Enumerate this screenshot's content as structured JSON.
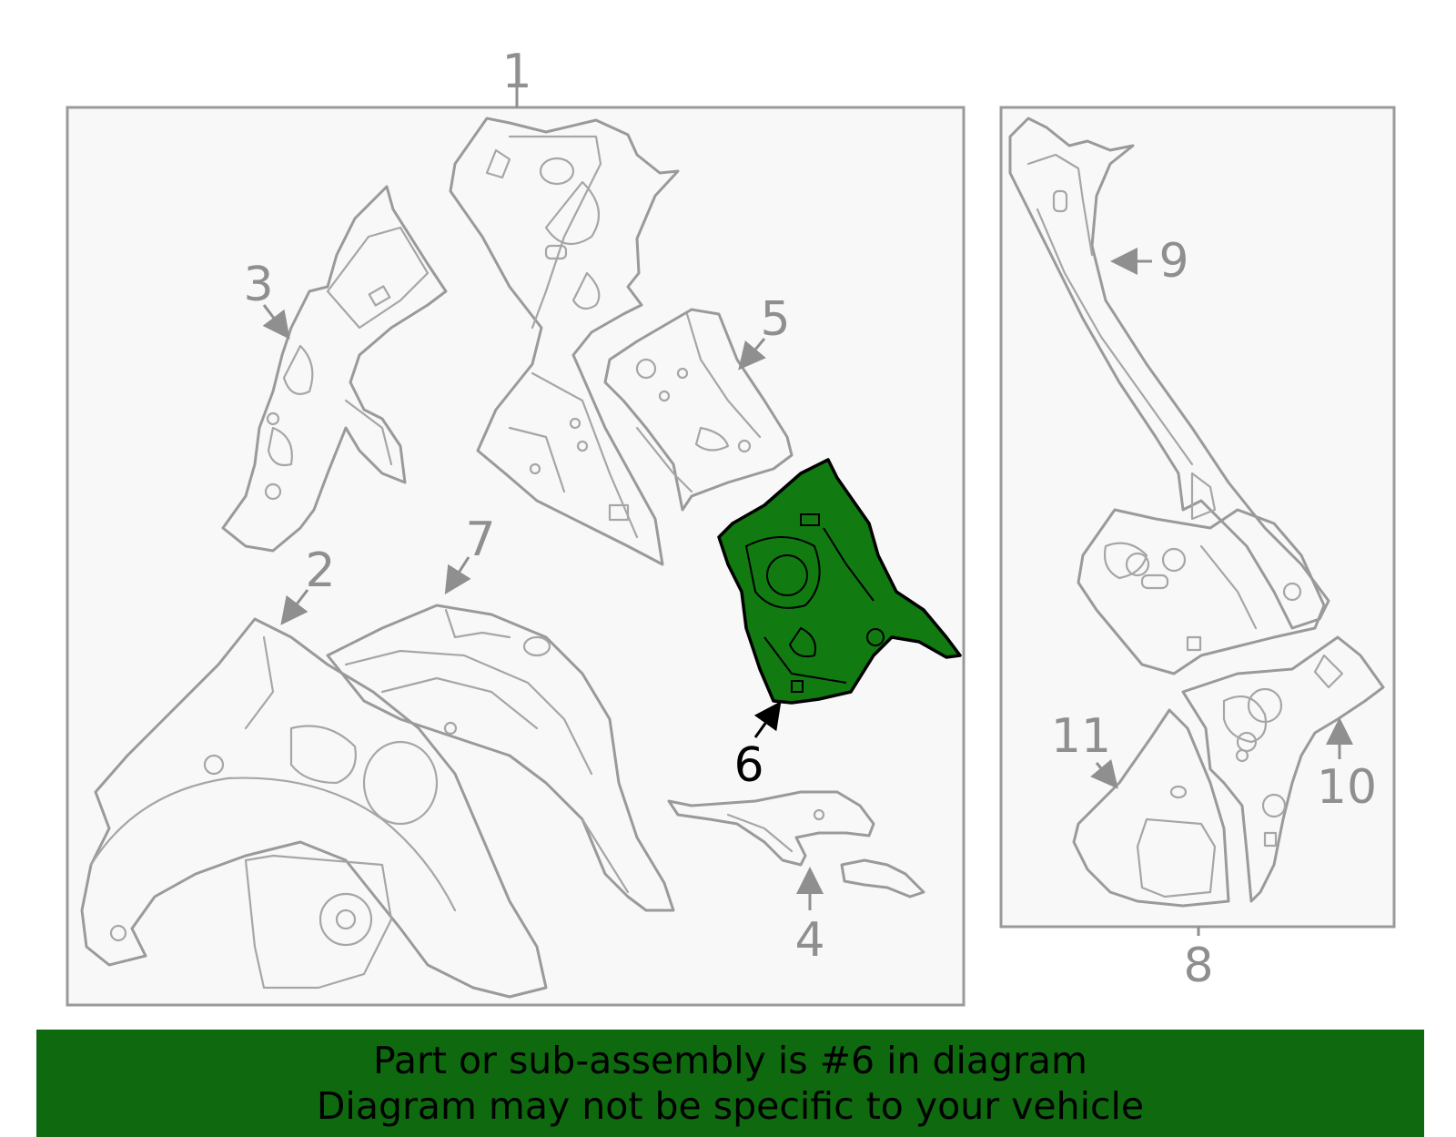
{
  "diagram": {
    "highlight_color": "#117a11",
    "highlighted_part": "6",
    "callouts": [
      {
        "id": "1",
        "label": "1"
      },
      {
        "id": "2",
        "label": "2"
      },
      {
        "id": "3",
        "label": "3"
      },
      {
        "id": "4",
        "label": "4"
      },
      {
        "id": "5",
        "label": "5"
      },
      {
        "id": "6",
        "label": "6"
      },
      {
        "id": "7",
        "label": "7"
      },
      {
        "id": "8",
        "label": "8"
      },
      {
        "id": "9",
        "label": "9"
      },
      {
        "id": "10",
        "label": "10"
      },
      {
        "id": "11",
        "label": "11"
      }
    ]
  },
  "banner": {
    "line1": "Part or sub-assembly is #6 in diagram",
    "line2": "Diagram may not be specific to your vehicle",
    "background": "#0f6a0f"
  }
}
